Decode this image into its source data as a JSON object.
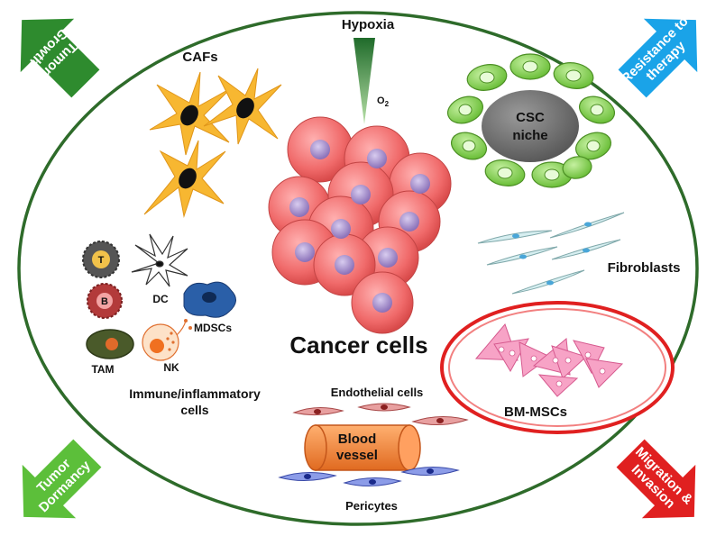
{
  "labels": {
    "hypoxia": "Hypoxia",
    "o2": "O",
    "o2_sub": "2",
    "cafs": "CAFs",
    "csc_line1": "CSC",
    "csc_line2": "niche",
    "fibroblasts": "Fibroblasts",
    "cancer_cells": "Cancer cells",
    "bm_mscs": "BM-MSCs",
    "endothelial": "Endothelial cells",
    "blood_vessel_line1": "Blood",
    "blood_vessel_line2": "vessel",
    "pericytes": "Pericytes",
    "immune_line1": "Immune/inflammatory",
    "immune_line2": "cells",
    "t_cell": "T",
    "b_cell": "B",
    "dc": "DC",
    "mdscs": "MDSCs",
    "tam": "TAM",
    "nk": "NK"
  },
  "arrows": {
    "tumor_growth": {
      "line1": "Tumor",
      "line2": "Growth",
      "color": "#2e8b2e"
    },
    "resistance": {
      "line1": "Resistance to",
      "line2": "therapy",
      "color": "#1aa3e8"
    },
    "dormancy": {
      "line1": "Tumor",
      "line2": "Dormancy",
      "color": "#5cbf3a"
    },
    "migration": {
      "line1": "Migration &",
      "line2": "Invasion",
      "color": "#e02020"
    }
  },
  "colors": {
    "ellipse_stroke": "#2e6b2a",
    "cancer_cell": "#f07070",
    "nucleus": "#a48ccc",
    "caf": "#f7b731",
    "csc_cell": "#8ed65a",
    "csc_niche": "#707070",
    "bm_msc": "#f28bb5",
    "vessel": "#f58a3a"
  }
}
